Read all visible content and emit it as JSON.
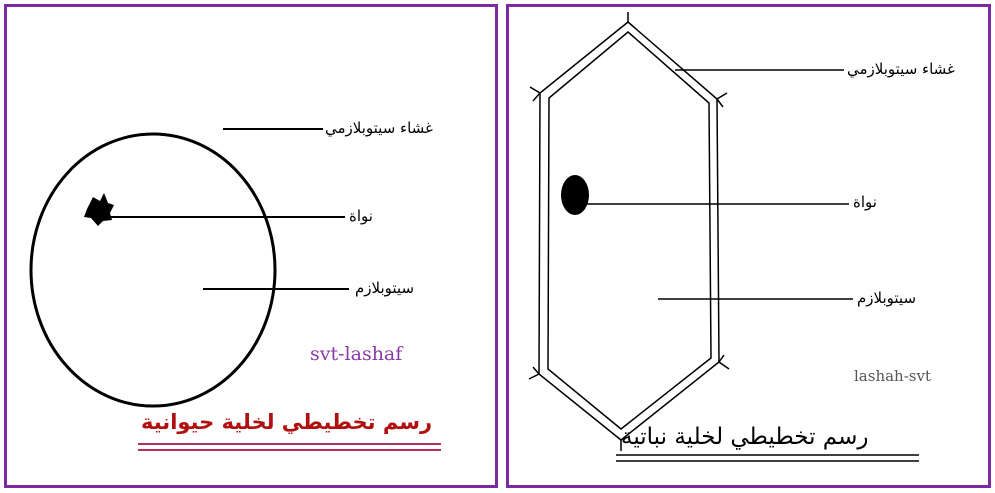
{
  "animal_cell": {
    "membrane_label": "غشاء سيتوبلازمي",
    "nucleus_label": "نواة",
    "cytoplasm_label": "سيتوبلازم",
    "watermark": "svt-lashaf",
    "title": "رسم تخطيطي لخلية حيوانية"
  },
  "plant_cell": {
    "membrane_label": "غشاء سيتوبلازمي",
    "nucleus_label": "نواة",
    "cytoplasm_label": "سيتوبلازم",
    "watermark": "lashah-svt",
    "title": "رسم تخطيطي لخلية نباتية"
  },
  "colors": {
    "frame": "#7b2aa0",
    "left_title": "#b01010",
    "left_watermark": "#8a3aa8",
    "right_watermark": "#555555",
    "underline": "#b03060"
  }
}
